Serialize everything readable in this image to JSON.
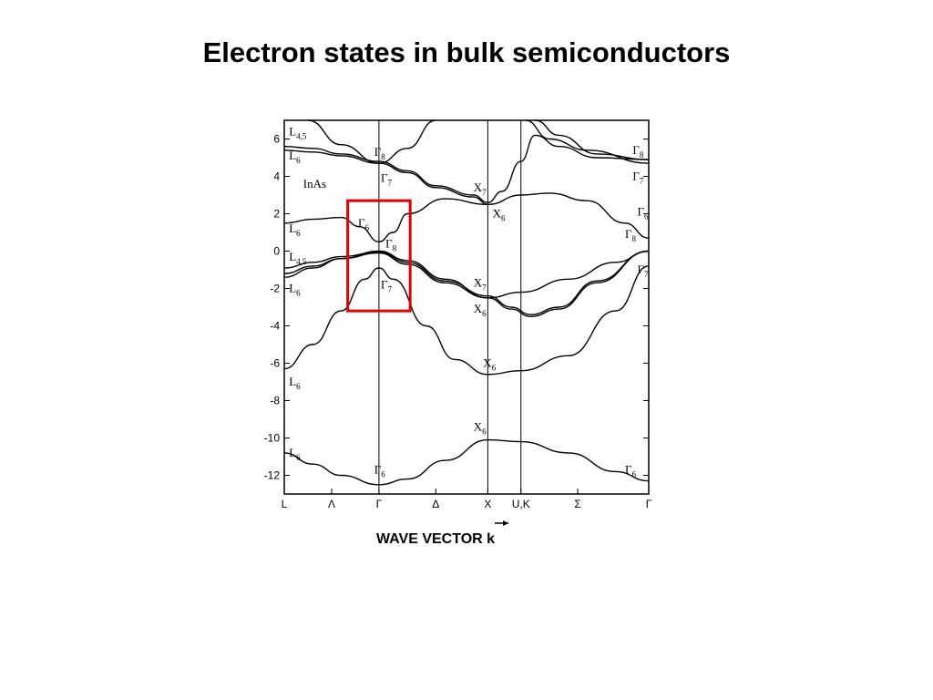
{
  "slide": {
    "title": "Electron states in bulk semiconductors"
  },
  "chart_data": {
    "type": "line",
    "material": "InAs",
    "xlabel": "WAVE VECTOR k",
    "ylabel": "",
    "ylim": [
      -13,
      7
    ],
    "yticks": [
      6,
      4,
      2,
      0,
      -2,
      -4,
      -6,
      -8,
      -10,
      -12
    ],
    "kpoints": [
      {
        "label": "L",
        "x": 0
      },
      {
        "label": "Λ",
        "x": 0.5
      },
      {
        "label": "Γ",
        "x": 1.0
      },
      {
        "label": "Δ",
        "x": 1.6
      },
      {
        "label": "X",
        "x": 2.15
      },
      {
        "label": "U,K",
        "x": 2.5
      },
      {
        "label": "Σ",
        "x": 3.1
      },
      {
        "label": "Γ",
        "x": 3.85
      }
    ],
    "series": [
      {
        "points": [
          [
            0,
            -10.8
          ],
          [
            0.3,
            -11.4
          ],
          [
            0.6,
            -12.0
          ],
          [
            1.0,
            -12.5
          ],
          [
            1.3,
            -12.2
          ],
          [
            1.7,
            -11.2
          ],
          [
            2.15,
            -10.1
          ],
          [
            2.5,
            -10.2
          ],
          [
            3.0,
            -10.8
          ],
          [
            3.5,
            -11.8
          ],
          [
            3.85,
            -12.3
          ]
        ]
      },
      {
        "points": [
          [
            0,
            -6.3
          ],
          [
            0.3,
            -5.0
          ],
          [
            0.6,
            -3.2
          ],
          [
            0.85,
            -1.5
          ],
          [
            1.0,
            -0.9
          ],
          [
            1.15,
            -1.5
          ],
          [
            1.5,
            -4.0
          ],
          [
            1.8,
            -5.8
          ],
          [
            2.15,
            -6.6
          ],
          [
            2.5,
            -6.4
          ],
          [
            3.0,
            -5.6
          ],
          [
            3.5,
            -3.2
          ],
          [
            3.85,
            -0.8
          ]
        ]
      },
      {
        "points": [
          [
            0,
            -1.4
          ],
          [
            0.3,
            -0.9
          ],
          [
            0.6,
            -0.4
          ],
          [
            1.0,
            0.0
          ],
          [
            1.3,
            -0.5
          ],
          [
            1.7,
            -1.5
          ],
          [
            2.15,
            -2.5
          ],
          [
            2.5,
            -2.2
          ],
          [
            3.0,
            -1.5
          ],
          [
            3.5,
            -0.6
          ],
          [
            3.85,
            0.0
          ]
        ]
      },
      {
        "points": [
          [
            0,
            -0.9
          ],
          [
            0.3,
            -0.6
          ],
          [
            0.6,
            -0.3
          ],
          [
            1.0,
            -0.05
          ],
          [
            1.3,
            -0.6
          ],
          [
            1.7,
            -1.6
          ],
          [
            2.15,
            -2.4
          ],
          [
            2.4,
            -3.0
          ],
          [
            2.6,
            -3.4
          ],
          [
            2.9,
            -3.0
          ],
          [
            3.3,
            -1.6
          ],
          [
            3.85,
            0.0
          ]
        ]
      },
      {
        "points": [
          [
            0,
            -1.2
          ],
          [
            0.3,
            -0.8
          ],
          [
            0.6,
            -0.4
          ],
          [
            1.0,
            -0.1
          ],
          [
            1.3,
            -0.7
          ],
          [
            1.7,
            -1.7
          ],
          [
            2.15,
            -2.5
          ],
          [
            2.4,
            -3.1
          ],
          [
            2.6,
            -3.5
          ],
          [
            2.9,
            -3.1
          ],
          [
            3.3,
            -1.7
          ],
          [
            3.85,
            0.0
          ]
        ]
      },
      {
        "points": [
          [
            0,
            1.5
          ],
          [
            0.3,
            1.7
          ],
          [
            0.6,
            1.8
          ],
          [
            0.8,
            1.3
          ],
          [
            1.0,
            0.5
          ],
          [
            1.15,
            1.0
          ],
          [
            1.3,
            2.0
          ],
          [
            1.7,
            2.8
          ],
          [
            2.15,
            2.5
          ],
          [
            2.5,
            3.0
          ],
          [
            2.8,
            3.1
          ],
          [
            3.2,
            2.7
          ],
          [
            3.6,
            1.5
          ],
          [
            3.85,
            0.7
          ]
        ]
      },
      {
        "points": [
          [
            0,
            5.6
          ],
          [
            0.3,
            5.5
          ],
          [
            0.6,
            5.2
          ],
          [
            1.0,
            4.8
          ],
          [
            1.3,
            4.3
          ],
          [
            1.6,
            3.5
          ],
          [
            2.0,
            3.0
          ],
          [
            2.15,
            2.6
          ],
          [
            2.3,
            3.2
          ],
          [
            2.5,
            4.8
          ],
          [
            2.65,
            6.2
          ],
          [
            2.9,
            5.6
          ],
          [
            3.3,
            5.0
          ],
          [
            3.85,
            4.9
          ]
        ]
      },
      {
        "points": [
          [
            0,
            5.4
          ],
          [
            0.3,
            5.3
          ],
          [
            0.6,
            5.1
          ],
          [
            1.0,
            4.7
          ],
          [
            1.3,
            4.2
          ],
          [
            1.6,
            3.4
          ],
          [
            2.0,
            2.9
          ],
          [
            2.15,
            2.5
          ]
        ]
      },
      {
        "points": [
          [
            0.25,
            7.0
          ],
          [
            0.6,
            5.7
          ],
          [
            1.0,
            4.7
          ],
          [
            1.3,
            5.5
          ],
          [
            1.6,
            7.0
          ]
        ]
      },
      {
        "points": [
          [
            2.55,
            7.0
          ],
          [
            2.8,
            6.0
          ],
          [
            3.2,
            5.4
          ],
          [
            3.85,
            4.7
          ]
        ]
      },
      {
        "points": [
          [
            2.65,
            7.0
          ],
          [
            2.9,
            6.2
          ],
          [
            3.3,
            5.2
          ],
          [
            3.85,
            4.9
          ]
        ]
      }
    ],
    "point_labels": [
      {
        "text": "L",
        "sub": "4,5",
        "x": 0.05,
        "y": 6.2
      },
      {
        "text": "L",
        "sub": "6",
        "x": 0.05,
        "y": 4.9
      },
      {
        "text": "InAs",
        "x": 0.2,
        "y": 3.4
      },
      {
        "text": "Γ",
        "sub": "8",
        "x": 0.95,
        "y": 5.1
      },
      {
        "text": "Γ",
        "sub": "7",
        "x": 1.02,
        "y": 3.7
      },
      {
        "text": "L",
        "sub": "6",
        "x": 0.05,
        "y": 1.0
      },
      {
        "text": "Γ",
        "sub": "6",
        "x": 0.78,
        "y": 1.3
      },
      {
        "text": "Γ",
        "sub": "8",
        "x": 1.07,
        "y": 0.2
      },
      {
        "text": "L",
        "sub": "4,5",
        "x": 0.05,
        "y": -0.5
      },
      {
        "text": "Γ",
        "sub": "7",
        "x": 1.02,
        "y": -2.0
      },
      {
        "text": "L",
        "sub": "6",
        "x": 0.05,
        "y": -2.2
      },
      {
        "text": "X",
        "sub": "7",
        "x": 2.0,
        "y": 3.2
      },
      {
        "text": "X",
        "sub": "6",
        "x": 2.2,
        "y": 1.8
      },
      {
        "text": "X",
        "sub": "7",
        "x": 2.0,
        "y": -1.9
      },
      {
        "text": "X",
        "sub": "6",
        "x": 2.0,
        "y": -3.3
      },
      {
        "text": "X",
        "sub": "6",
        "x": 2.1,
        "y": -6.2
      },
      {
        "text": "L",
        "sub": "6",
        "x": 0.05,
        "y": -7.2
      },
      {
        "text": "X",
        "sub": "6",
        "x": 2.0,
        "y": -9.6
      },
      {
        "text": "L",
        "sub": "6",
        "x": 0.05,
        "y": -11.0
      },
      {
        "text": "Γ",
        "sub": "6",
        "x": 0.95,
        "y": -11.9
      },
      {
        "text": "Γ",
        "sub": "8",
        "x": 3.68,
        "y": 5.2
      },
      {
        "text": "Γ",
        "sub": "7",
        "x": 3.68,
        "y": 3.8
      },
      {
        "text": "Γ",
        "sub": "6",
        "x": 3.73,
        "y": 1.9
      },
      {
        "text": "Γ",
        "sub": "8",
        "x": 3.6,
        "y": 0.7
      },
      {
        "text": "Γ",
        "sub": "7",
        "x": 3.73,
        "y": -1.2
      },
      {
        "text": "Γ",
        "sub": "6",
        "x": 3.6,
        "y": -11.9
      }
    ],
    "highlight_box": {
      "x0": 0.67,
      "x1": 1.33,
      "y0": -3.2,
      "y1": 2.7,
      "color": "#e60000"
    }
  }
}
